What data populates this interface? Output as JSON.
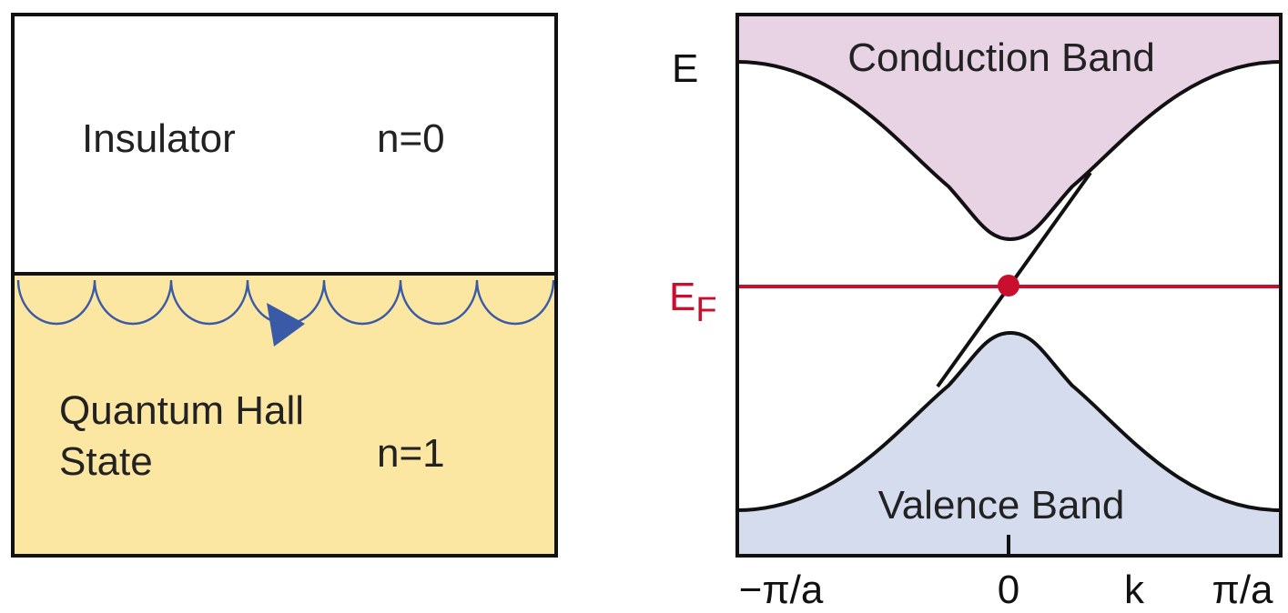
{
  "left_panel": {
    "insulator_label": "Insulator",
    "insulator_index": "n=0",
    "qh_label_line1": "Quantum Hall",
    "qh_label_line2": "State",
    "qh_index": "n=1",
    "insulator_color": "#ffffff",
    "qh_color": "#fbe6a2",
    "edge_state_color": "#3a5aa8"
  },
  "right_panel": {
    "conduction_band_label": "Conduction Band",
    "valence_band_label": "Valence Band",
    "energy_axis_label": "E",
    "fermi_label_main": "E",
    "fermi_label_sub": "F",
    "k_axis_label": "k",
    "tick_neg_pi": "−π/a",
    "tick_zero": "0",
    "tick_pos_pi": "π/a",
    "conduction_color": "#e8d3e5",
    "valence_color": "#d5dcee",
    "fermi_color": "#c8102e"
  }
}
